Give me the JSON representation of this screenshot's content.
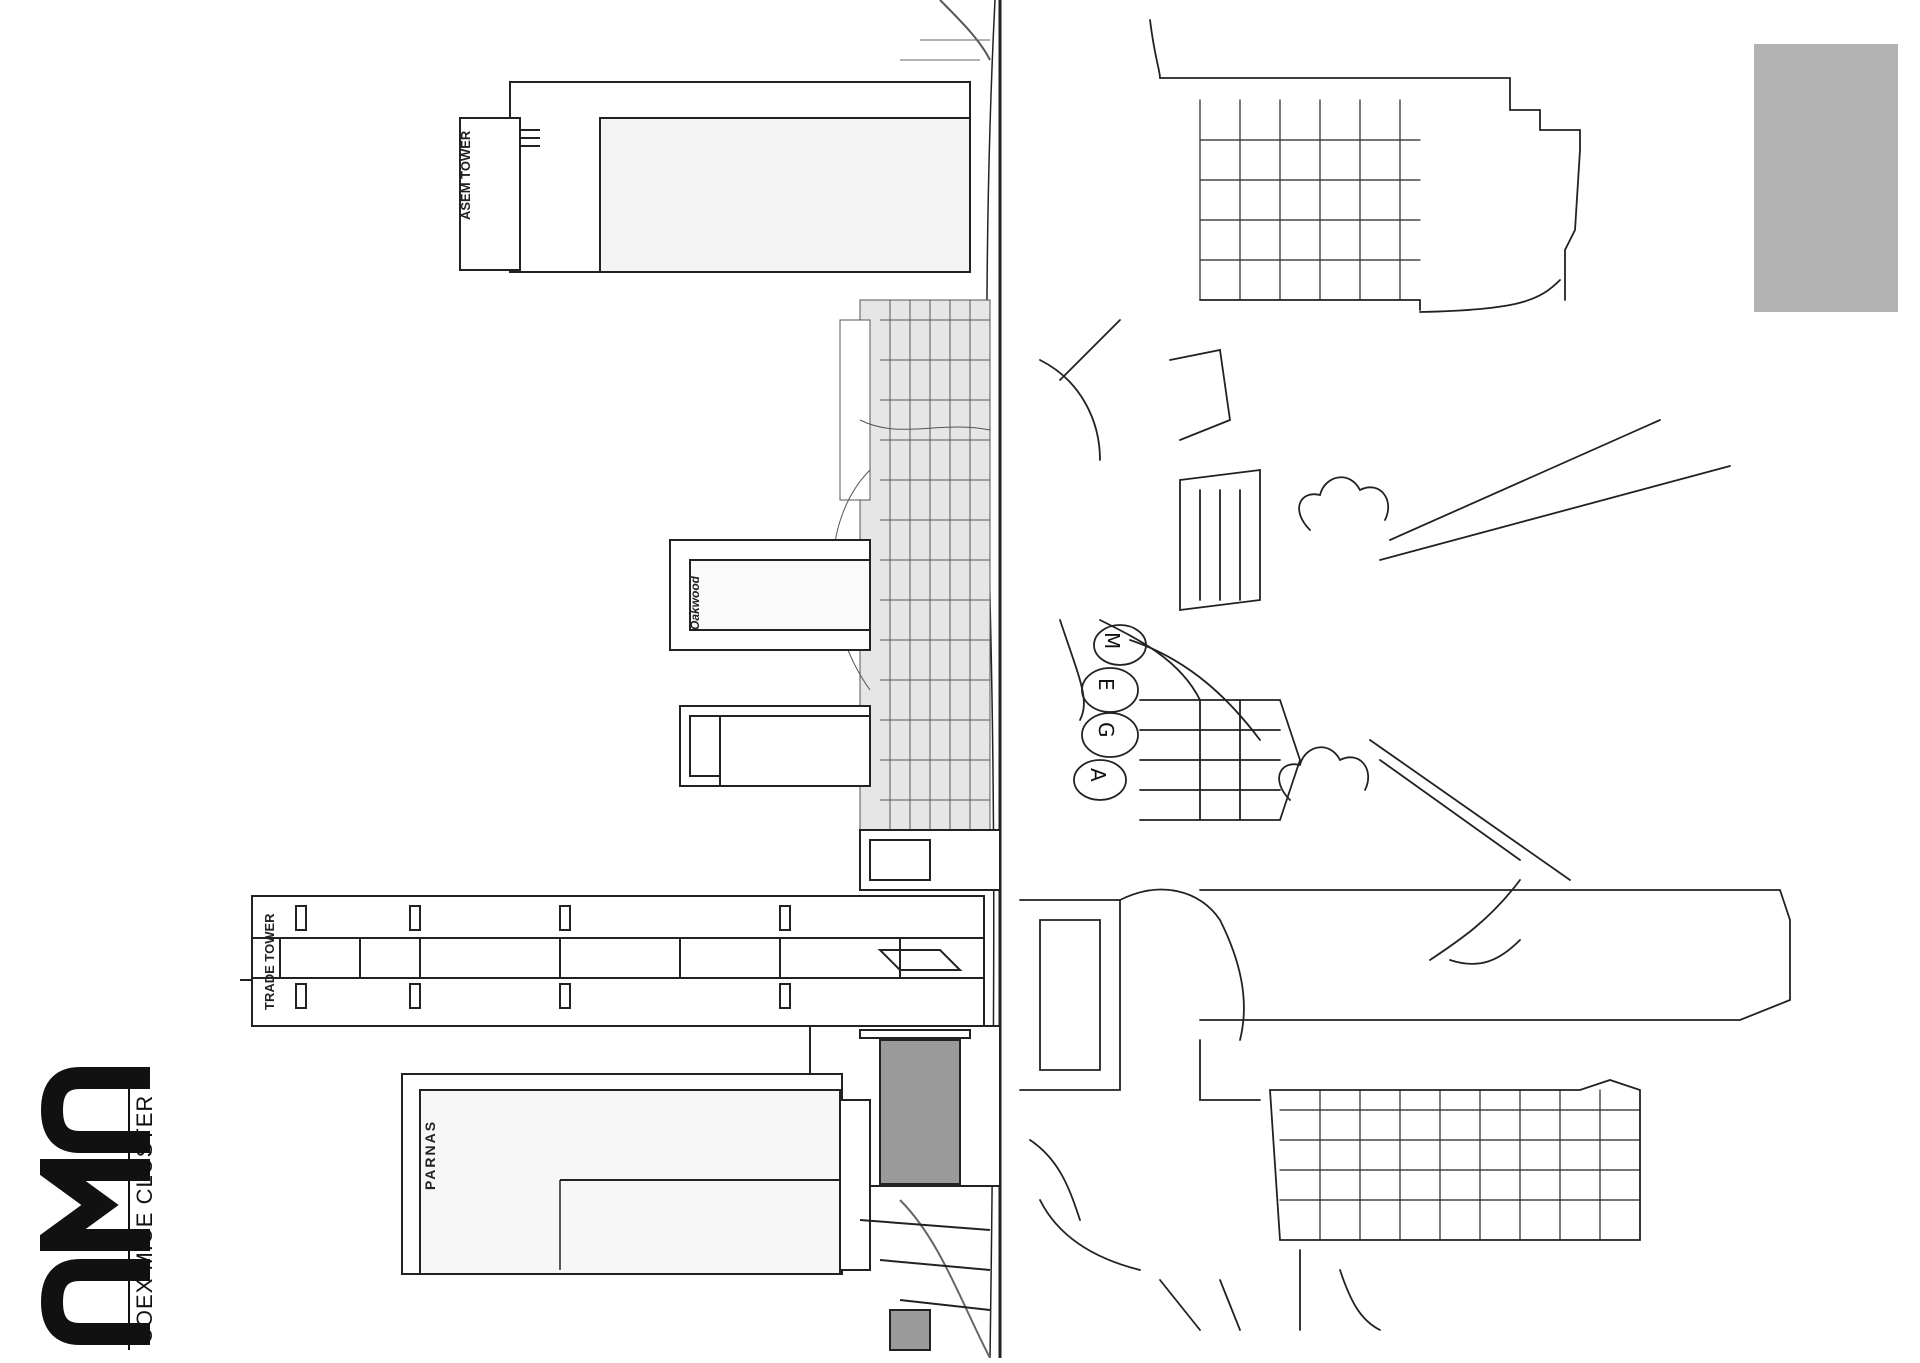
{
  "logo": {
    "mark": "CMC",
    "subtitle": "COEX MICE CLUSTER"
  },
  "buildings": {
    "asem_tower": "ASEM TOWER",
    "oakwood": "Oakwood",
    "trade_tower": "TRADE TOWER",
    "parnas": "PARNAS"
  },
  "sketch": {
    "mega_letters": [
      "M",
      "E",
      "G",
      "A"
    ]
  },
  "colors": {
    "line": "#222222",
    "gray_box": "#b3b3b3",
    "dark_panel": "#9a9a9a",
    "background": "#ffffff"
  }
}
